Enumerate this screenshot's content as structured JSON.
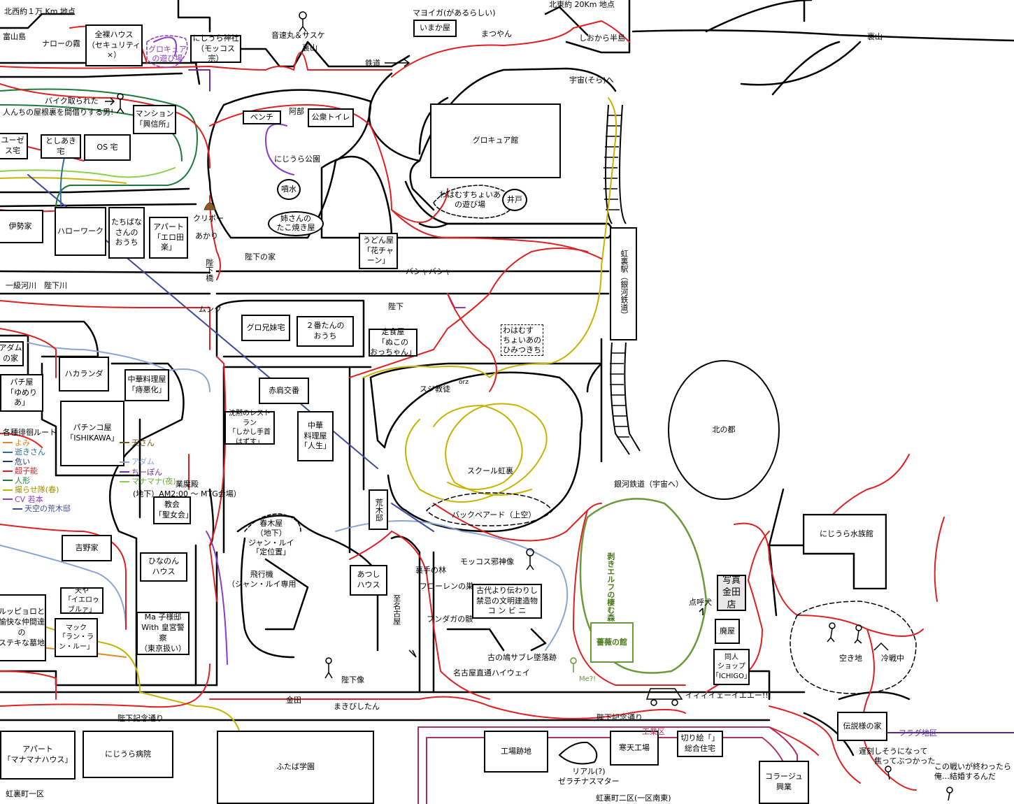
{
  "map": {
    "title_ne": "北東約 20Km 地点",
    "title_nw": "北西約１万 Km 地点"
  },
  "boxes": {
    "zenra_house": [
      "全裸ハウス",
      "（セキュリティ ×）"
    ],
    "nijiura_shrine": [
      "にじうら神社",
      "（モッコス宗）"
    ],
    "imakaya": "いまか屋",
    "mansion": [
      "マンション",
      "「興信所」"
    ],
    "toshiaki": "としあき宅",
    "os": "OS 宅",
    "yuuze": [
      "ユーゼ",
      "ス宅"
    ],
    "ise": "伊勢家",
    "hellowork": "ハローワーク",
    "tachibana": [
      "たちばな",
      "さんの",
      "おうち"
    ],
    "apart_erotaraku": [
      "アパート",
      "「エロ田楽」"
    ],
    "bench": "ベンチ",
    "toilet": "公衆トイレ",
    "precure_hall": "グロキュア館",
    "udon": [
      "うどん屋",
      "「花チャーン」"
    ],
    "station": "虹裏駅（銀河鉄道）",
    "guro_sisters": "グロ兄妹宅",
    "nibantan": [
      "２番たんの",
      "おうち"
    ],
    "teishoku": [
      "定食屋",
      "「ぬこの",
      "おっちゃん」"
    ],
    "adam": [
      "アダム",
      "の家"
    ],
    "hakaranda": "ハカランダ",
    "chuka1": [
      "中華料理屋",
      "「痔悪化」"
    ],
    "pachi": [
      "パチ屋",
      "「ゆめりあ」"
    ],
    "pachinko": [
      "パチンコ屋",
      "「ISHIKAWA」"
    ],
    "akahaneko": "赤肩交番",
    "restaurant": [
      "沈黙のレストラン",
      "「しかし手首はずす」"
    ],
    "chuka2": [
      "中華",
      "料理屋",
      "「人生」"
    ],
    "araki": "荒木邸",
    "church": [
      "教会",
      "「聖女会」"
    ],
    "yoshino": "吉野家",
    "hinanon": [
      "ひなのん",
      "ハウス"
    ],
    "tenya": [
      "天や",
      "「イエロゥブルァ」"
    ],
    "mack": [
      "マック",
      "「ラン・ラン・ルー」"
    ],
    "macko": [
      "Ma 子様邸",
      "With 皇宮警察",
      "（東京扱い）"
    ],
    "lupin": [
      "ルッピョロと",
      "愉快な仲間達",
      "の",
      "ステキな墓地"
    ],
    "atsushi": [
      "あつし",
      "ハウス"
    ],
    "convenience": [
      "古代より伝わりし",
      "禁忌の文明建造物",
      "コ ン ビ ニ"
    ],
    "aquarium": "にじうら水族館",
    "photo": [
      "写真",
      "金田",
      "店"
    ],
    "haiya": "廃屋",
    "doujin": [
      "同人",
      "ショップ",
      "「ICHIGO」"
    ],
    "rose": "薔薇の館",
    "legend_house": "伝説様の家",
    "apart_manama": [
      "アパート",
      "「マナマナハウス」"
    ],
    "hospital": "にじうら病院",
    "futaba": "ふたば学園",
    "factory_site": "工場跡地",
    "kanten": "寒天工場",
    "kirie": [
      "切り絵「」",
      "総合住宅"
    ],
    "collage": [
      "コラージュ",
      "興業"
    ],
    "jungle_gym": "井戸",
    "fountain": "噴水"
  },
  "ovals": {
    "nee_takoyaki": [
      "姉さんの",
      "たこ焼き屋"
    ],
    "kita_no_miyako": "北の都"
  },
  "labels": {
    "tomiyama": "富山島",
    "narrow": "ナローの霧",
    "precure_play": [
      "グロキュア",
      "の遊び場"
    ],
    "onsoku": "音速丸＆サスケ",
    "urayama1": "裏山",
    "urayama2": "裏山",
    "mayoiga": "マヨイガ(があるらしい)",
    "matsuyan": "まつやん",
    "shiokara": "しおから半島",
    "tetsudo": "鉄道",
    "uchu": "宇宙(そら)へ",
    "bike": [
      "バイク取られた",
      "人んちの屋根裏を間借りする男!"
    ],
    "abe": "阿部",
    "park": "にじうら公園",
    "wahamu_play": [
      "わはむすちょいあ",
      "の遊び場"
    ],
    "kuribo": "クリボー",
    "akari": "あかり",
    "heika_house": "陛下の家",
    "heika_bridge": "陛下橋",
    "river": "一級河川　陛下川",
    "munku": "ムンク",
    "bashabasha": "バシャバシャ",
    "heika1": "陛下",
    "hihimu": [
      "わはむす",
      "ちょいあの",
      "ひみつきち"
    ],
    "suji": "スジ教徒",
    "orz": "orz",
    "school": "スクール虹裏",
    "backbeard": "バックベアード（上空）",
    "ginga": "銀河鉄道（宇宙へ）",
    "gyouma": [
      "業魔殿",
      "(地下）AM2:00 ～ MTG会場）"
    ],
    "shunboku": [
      "春木屋",
      "（地下）",
      "ジャン・ルイ",
      "「定位置」"
    ],
    "airplane": [
      "飛行機",
      "（ジャン・ルイ専用"
    ],
    "mokkos": "モッコス邪神像",
    "urate": "裏手の林",
    "floren": "フローレンの巣",
    "fungus": "フンダガの骸",
    "shinomiya": "至名古屋",
    "saburejin": "古の鳩サブレ墜落跡",
    "highway": "名古屋直通ハイウェイ",
    "heika_statue": "陛下像",
    "kaneda": "金田",
    "makibishi": "まきびしたん",
    "me": "Me?!",
    "elf_forest": "剥きエルフの棲む森",
    "tenko": "点呼犬",
    "iii": "イィィイェーイエエー!!!",
    "akichi": "空き地",
    "reisen": "冷戦中",
    "memorial1": "陛下記念通り",
    "memorial2": "陛下記念通り",
    "kougyou": "工業区",
    "flag": "フラグ地区",
    "real": [
      "リアル(?)",
      "ゼラチナスマター"
    ],
    "chikoku": [
      "遅刻しそうになって",
      "焦ってぶつかった"
    ],
    "kono_tatakai": [
      "この戦いが終わったら",
      "俺…結婚するんだ"
    ],
    "town1": "虹裏町一区",
    "town2": "虹裏町二区(一区南東)"
  },
  "legend": {
    "title": "各種徘徊ルート",
    "items": [
      {
        "name": "よみ",
        "color": "#e08a1e"
      },
      {
        "name": "逝きさん",
        "color": "#2a6e9e"
      },
      {
        "name": "危い",
        "color": "#1d3b6e"
      },
      {
        "name": "超子能",
        "color": "#e02020"
      },
      {
        "name": "人形",
        "color": "#1c7a3a"
      },
      {
        "name": "撮らせ隊(春)",
        "color": "#c8b400"
      },
      {
        "name": "CV 若本",
        "color": "#8a3cc8"
      },
      {
        "name": "天空の荒木邸",
        "color": "#3d4aa0"
      },
      {
        "name": "天さん",
        "color": "#6b5a1a"
      },
      {
        "name": "アダム",
        "color": "#8aa6d8"
      },
      {
        "name": "ちーぽん",
        "color": "#7a2aa0"
      },
      {
        "name": "マナマナ(夜)",
        "color": "#8ad04a"
      }
    ]
  },
  "colors": {
    "route_red": "#e02020",
    "route_blue": "#8aa6d8",
    "route_green": "#1c7a3a",
    "route_yellow": "#c8b400",
    "route_purple": "#8a3cc8",
    "forest_green": "#6a9a3a",
    "industrial": "#b03060",
    "flag_purple": "#5a2a9a"
  }
}
